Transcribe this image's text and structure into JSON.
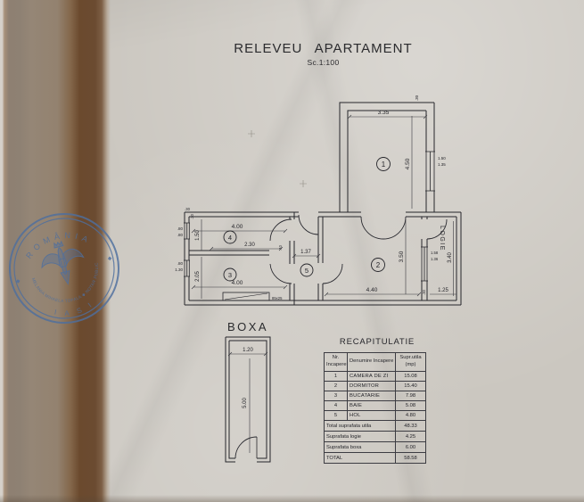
{
  "title": {
    "main": "RELEVEU APARTAMENT",
    "scale": "Sc.1:100"
  },
  "plan": {
    "rooms": {
      "r1": "1",
      "r2": "2",
      "r3": "3",
      "r4": "4",
      "r5": "5"
    },
    "logie_label": "LOGIE",
    "dims": {
      "r1_w": "3.35",
      "r1_h": "4.50",
      "r1_corner": ".30",
      "r1_win_a": "1.50",
      "r1_win_b": "1.35",
      "r4_w": "4.00",
      "r4_h": "1.50",
      "r4_wall": "2.30",
      "r4_door": ".40",
      "win_a": ".80",
      "win_b": ".80",
      "win_c": ".80",
      "win_d": "1.30",
      "corner_a": ".30",
      "corner_b": ".20",
      "r3_w": "4.00",
      "r3_h": "2.05",
      "counter": "85x25",
      "hol_w": "1.37",
      "r2_w": "4.40",
      "r2_h": "3.50",
      "r2_win_a": "1.58",
      "r2_win_b": "1.36",
      "r2_corner": ".30",
      "logie_h": "3.40",
      "logie_w": "1.25"
    }
  },
  "boxa": {
    "title": "BOXA",
    "w": "1.20",
    "h": "5.00"
  },
  "recap": {
    "title": "RECAPITULATIE",
    "headers": {
      "nr1": "Nr.",
      "nr2": "Incapere",
      "name": "Denumire Incapere",
      "area1": "Supr.utila",
      "area2": "(mp)"
    },
    "rows": [
      {
        "nr": "1",
        "name": "CAMERA DE ZI",
        "area": "15.08"
      },
      {
        "nr": "2",
        "name": "DORMITOR",
        "area": "15.40"
      },
      {
        "nr": "3",
        "name": "BUCATARIE",
        "area": "7.98"
      },
      {
        "nr": "4",
        "name": "BAIE",
        "area": "5.08"
      },
      {
        "nr": "5",
        "name": "HOL",
        "area": "4.80"
      }
    ],
    "summary": [
      {
        "label": "Total suprafata utila",
        "value": "48.33"
      },
      {
        "label": "Suprafata logie",
        "value": "4.25"
      },
      {
        "label": "Suprafata boxa",
        "value": "6.00"
      },
      {
        "label": "TOTAL",
        "value": "58.58"
      }
    ]
  },
  "stamp": {
    "country": "ROMÂNIA",
    "name_and_title": "MELANIA MIHAELA TOPALA ◆ NOTAR PUBLIC",
    "city": "I A S I",
    "color": "#4e6f9f"
  }
}
